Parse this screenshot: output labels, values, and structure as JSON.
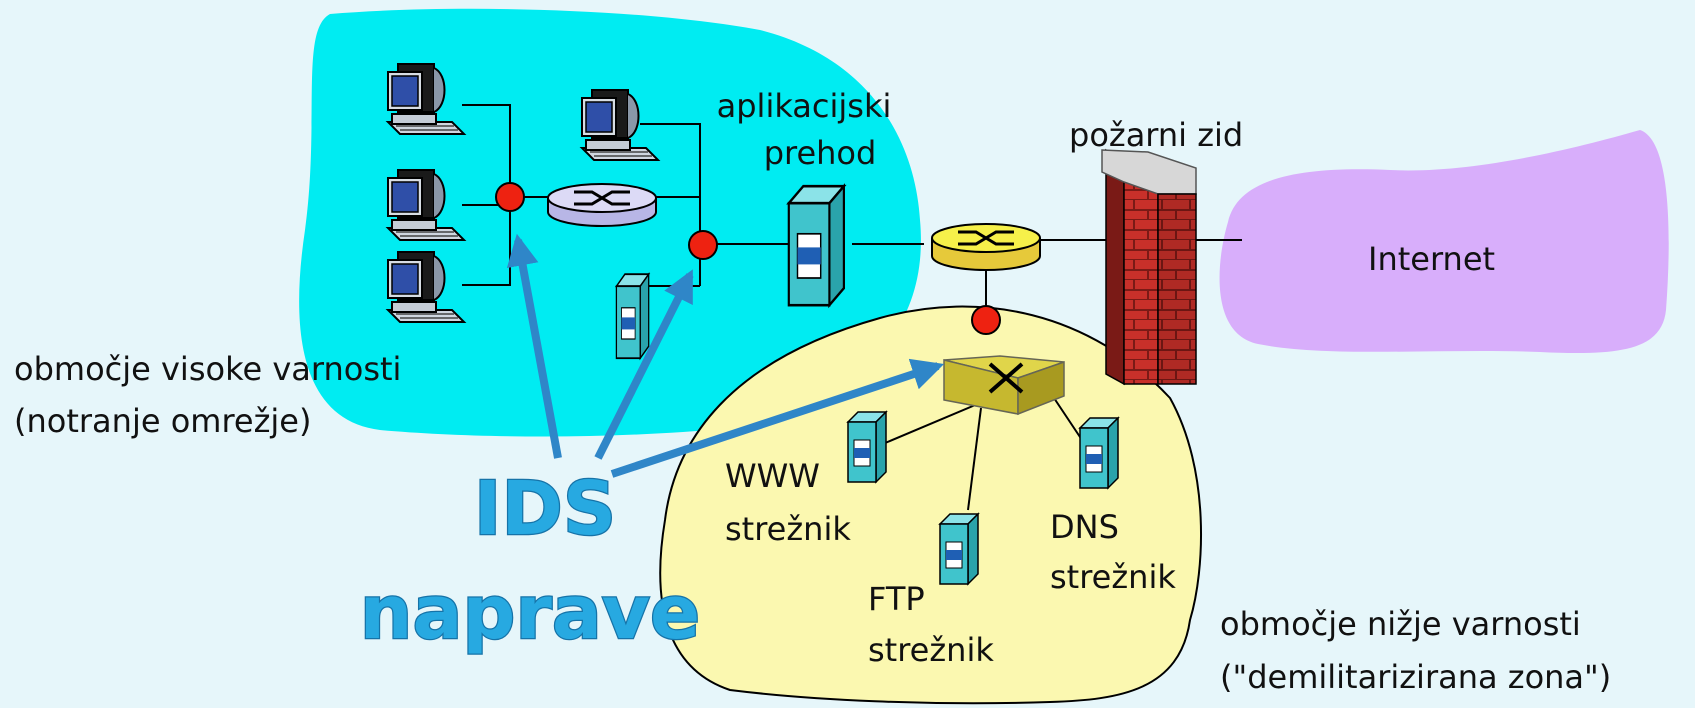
{
  "labels": {
    "app_gateway_line1": "aplikacijski",
    "app_gateway_line2": "prehod",
    "firewall": "požarni zid",
    "internet": "Internet",
    "high_zone_line1": "območje visoke varnosti",
    "high_zone_line2": "(notranje omrežje)",
    "low_zone_line1": "območje nižje varnosti",
    "low_zone_line2": "(\"demilitarizirana zona\")",
    "www_line1": "WWW",
    "www_line2": "strežnik",
    "ftp_line1": "FTP",
    "ftp_line2": "strežnik",
    "dns_line1": "DNS",
    "dns_line2": "strežnik",
    "ids_line1": "IDS",
    "ids_line2": "naprave"
  },
  "colors": {
    "background": "#e6f6fa",
    "high_security_zone": "#00ecf2",
    "dmz": "#fbf8b0",
    "internet_cloud": "#d8aefb",
    "ids_sensor": "#ee2211",
    "ids_arrow": "#2f86c8",
    "router": "#f6f04a",
    "server": "#40c4cc",
    "firewall_brick": "#c8302a"
  },
  "icons": [
    "workstation-icon",
    "router-icon",
    "switch-icon",
    "server-icon",
    "firewall-icon",
    "ids-sensor-icon",
    "cloud-icon"
  ]
}
